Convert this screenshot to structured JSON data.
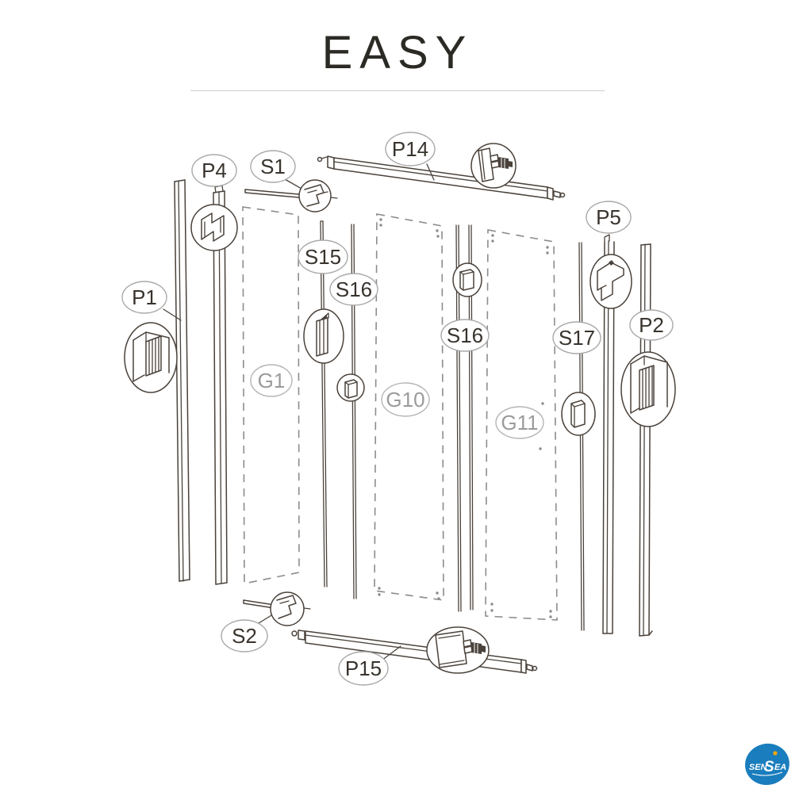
{
  "title": "EASY",
  "labels": [
    {
      "text": "P14"
    },
    {
      "text": "S1"
    },
    {
      "text": "P4"
    },
    {
      "text": "P1"
    },
    {
      "text": "S15"
    },
    {
      "text": "S16"
    },
    {
      "text": "G1"
    },
    {
      "text": "G10"
    },
    {
      "text": "S16"
    },
    {
      "text": "G11"
    },
    {
      "text": "S17"
    },
    {
      "text": "P5"
    },
    {
      "text": "P2"
    },
    {
      "text": "S2"
    },
    {
      "text": "P15"
    }
  ],
  "brand": {
    "name": "SENSEA",
    "seg_pre": "SEN",
    "seg_mid": "S",
    "seg_post": "EA"
  },
  "colors": {
    "line": "#4a423b",
    "label_text": "#38332d",
    "glass_label": "#9b9b9b",
    "dash_line": "#8c8c8c",
    "ellipse_stroke": "#a9a9a9",
    "divider": "#cccccc",
    "brand_blue": "#1a7dbd",
    "brand_dot": "#f2a70a"
  }
}
